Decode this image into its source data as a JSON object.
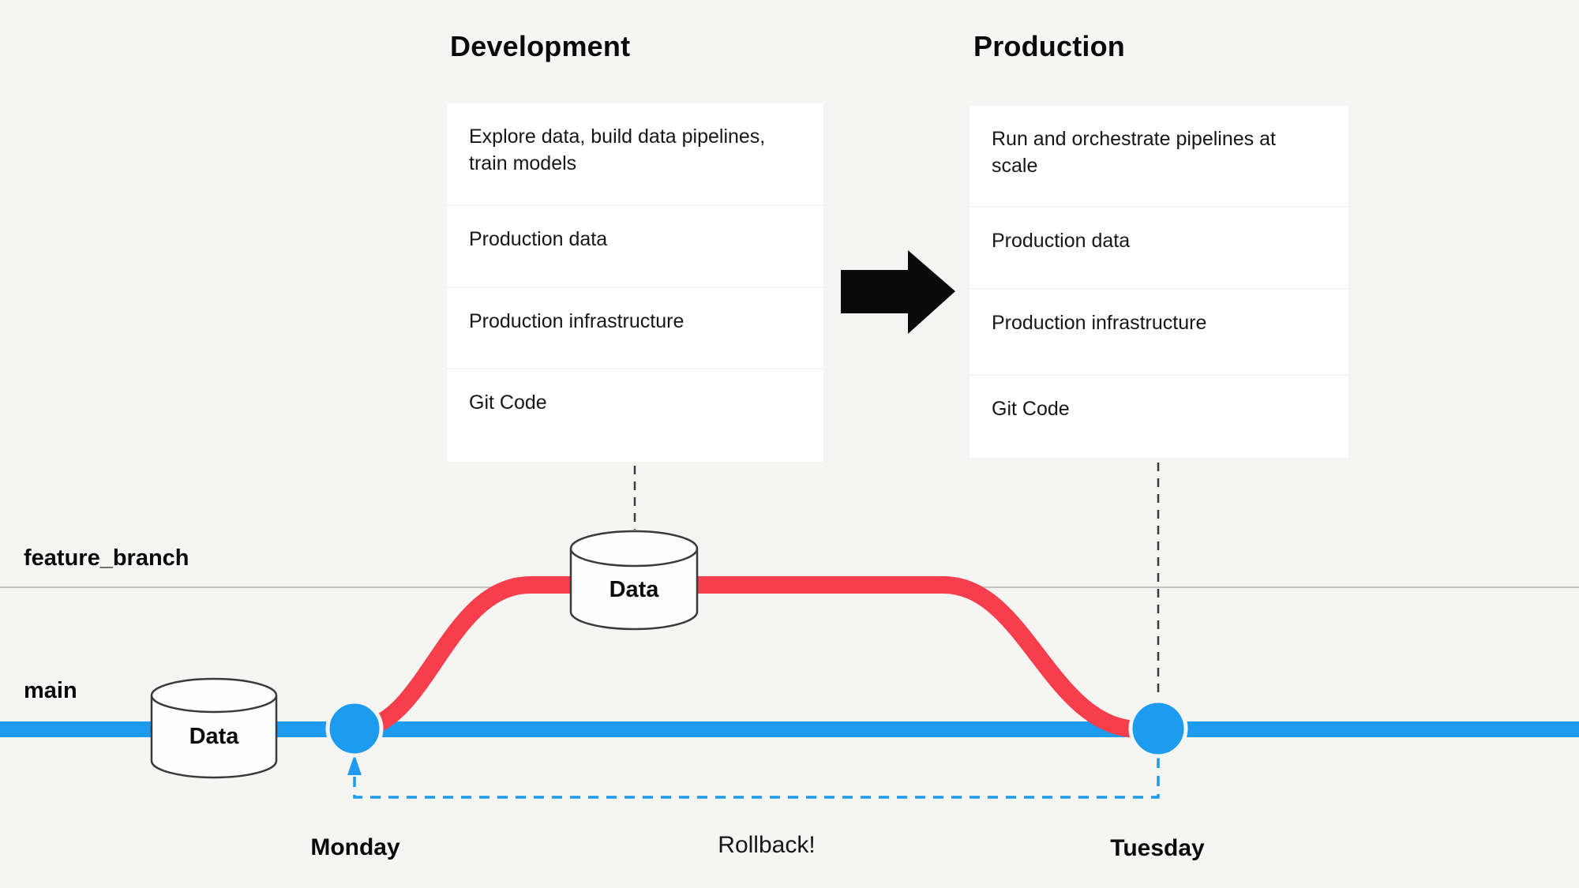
{
  "colors": {
    "bg": "#f5f5f3",
    "panel_white": "#ffffff",
    "ink": "#161616",
    "black": "#0a0a0a",
    "blue": "#1d9bf0",
    "red": "#f63e4c",
    "grey_line": "#c4c4c4",
    "dash_dark": "#3a3a3a"
  },
  "dev_panel": {
    "title": "Development",
    "rows": [
      "Explore data, build data pipelines, train models",
      "Production data",
      "Production infrastructure",
      "Git Code"
    ]
  },
  "prod_panel": {
    "title": "Production",
    "rows": [
      "Run and orchestrate pipelines at scale",
      "Production data",
      "Production infrastructure",
      "Git Code"
    ]
  },
  "branch_diagram": {
    "feature_branch_label": "feature_branch",
    "main_label": "main",
    "feature_cylinder_label": "Data",
    "main_cylinder_label": "Data",
    "monday_label": "Monday",
    "tuesday_label": "Tuesday",
    "rollback_label": "Rollback!"
  }
}
